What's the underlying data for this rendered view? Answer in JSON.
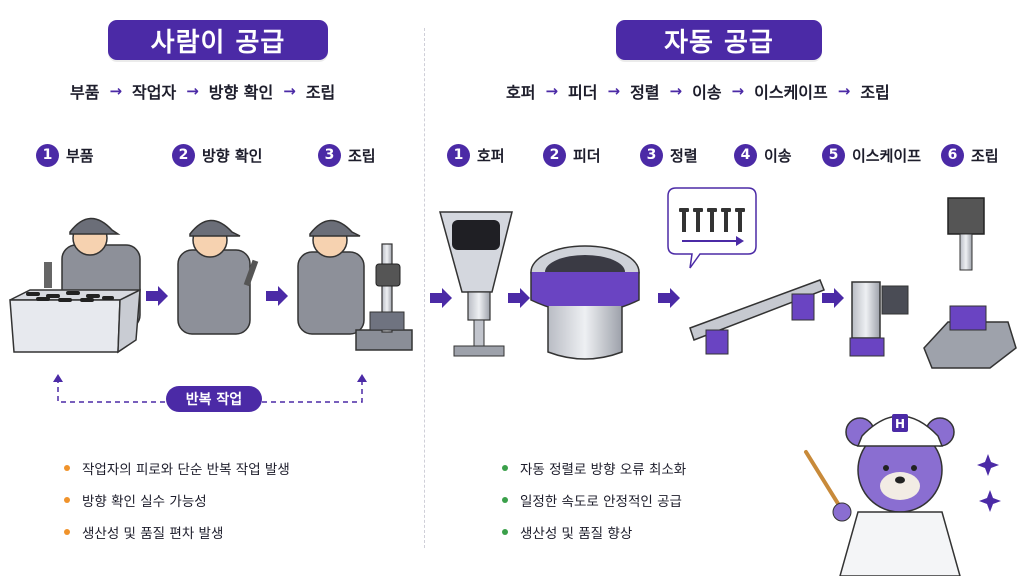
{
  "left": {
    "title": "사람이 공급",
    "flow": [
      "부품",
      "작업자",
      "방향 확인",
      "조립"
    ],
    "steps": [
      {
        "num": "1",
        "label": "부품"
      },
      {
        "num": "2",
        "label": "방향 확인"
      },
      {
        "num": "3",
        "label": "조립"
      }
    ],
    "question_mark": "?",
    "loop_label": "반복 작업",
    "bullets": [
      "작업자의 피로와 단순 반복 작업 발생",
      "방향 확인 실수 가능성",
      "생산성 및 품질 편차 발생"
    ],
    "bullet_color": "#f0932b"
  },
  "right": {
    "title": "자동 공급",
    "flow": [
      "호퍼",
      "피더",
      "정렬",
      "이송",
      "이스케이프",
      "조립"
    ],
    "steps": [
      {
        "num": "1",
        "label": "호퍼"
      },
      {
        "num": "2",
        "label": "피더"
      },
      {
        "num": "3",
        "label": "정렬"
      },
      {
        "num": "4",
        "label": "이송"
      },
      {
        "num": "5",
        "label": "이스케이프"
      },
      {
        "num": "6",
        "label": "조립"
      }
    ],
    "bullets": [
      "자동 정렬로 방향 오류 최소화",
      "일정한 속도로 안정적인 공급",
      "생산성 및 품질 향상"
    ],
    "bullet_color": "#3aa04a"
  },
  "mascot_cap_letter": "H",
  "accent": "#4b2aa6",
  "arrow_glyph": "→",
  "icons": [
    "worker-figure",
    "parts-bin",
    "press-machine",
    "hopper",
    "bowl-feeder",
    "linear-feeder",
    "escapement",
    "assembly-station",
    "bear-mascot"
  ]
}
